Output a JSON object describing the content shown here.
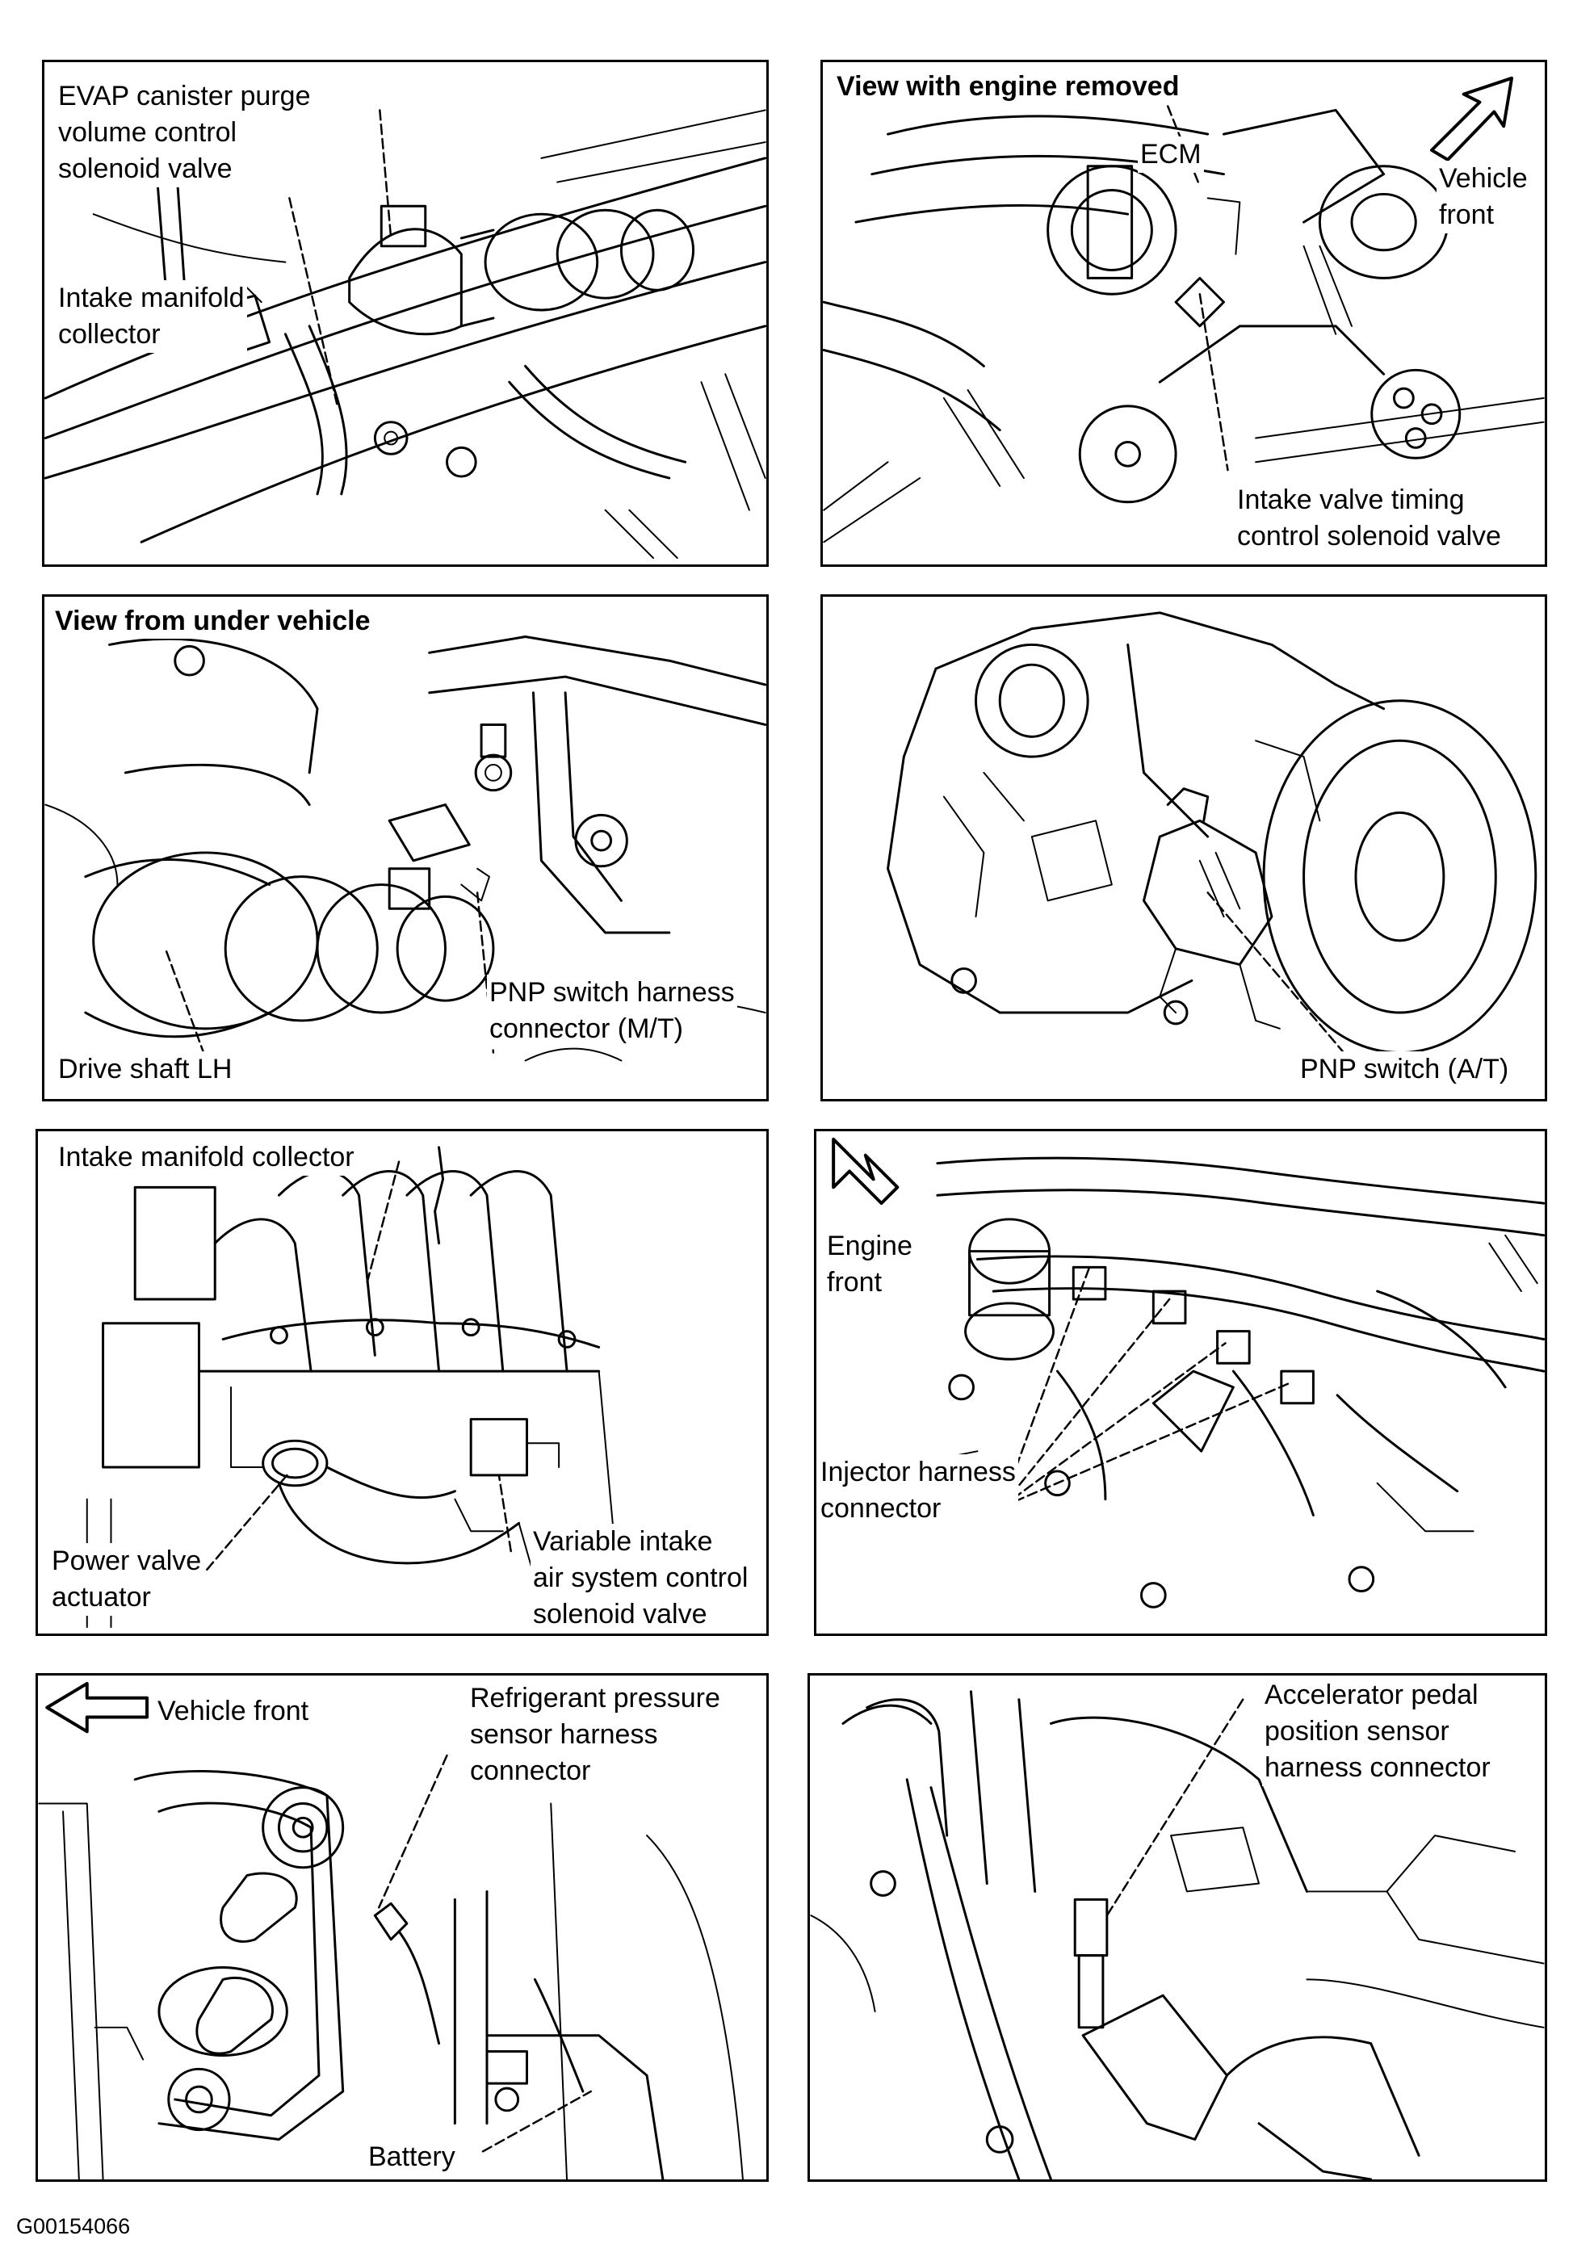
{
  "figure_id": "G00154066",
  "panels": [
    {
      "name": "evap-purge-valve",
      "labels": [
        "EVAP canister purge\nvolume control\nsolenoid valve",
        "Intake manifold\ncollector"
      ]
    },
    {
      "name": "intake-valve-timing",
      "header": "View with engine removed",
      "labels": [
        "ECM",
        "Vehicle\nfront",
        "Intake valve timing\ncontrol solenoid valve"
      ],
      "icons": [
        "arrow-up-right-icon"
      ]
    },
    {
      "name": "pnp-harness-mt",
      "header": "View from under vehicle",
      "labels": [
        "PNP switch harness\nconnector (M/T)",
        "Drive shaft LH"
      ]
    },
    {
      "name": "pnp-switch-at",
      "labels": [
        "PNP switch (A/T)"
      ]
    },
    {
      "name": "power-valve",
      "labels": [
        "Intake manifold collector",
        "Power valve\nactuator",
        "Variable intake\nair system control\nsolenoid valve"
      ]
    },
    {
      "name": "injector-harness",
      "labels": [
        "Engine\nfront",
        "Injector harness\nconnector"
      ],
      "icons": [
        "arrow-up-left-icon"
      ]
    },
    {
      "name": "refrigerant-sensor",
      "labels": [
        "Vehicle front",
        "Refrigerant pressure\nsensor harness\nconnector",
        "Battery"
      ],
      "icons": [
        "arrow-left-icon"
      ]
    },
    {
      "name": "accelerator-pedal",
      "labels": [
        "Accelerator pedal\nposition sensor\nharness connector"
      ]
    }
  ],
  "colors": {
    "line": "#000000",
    "background": "#ffffff"
  }
}
